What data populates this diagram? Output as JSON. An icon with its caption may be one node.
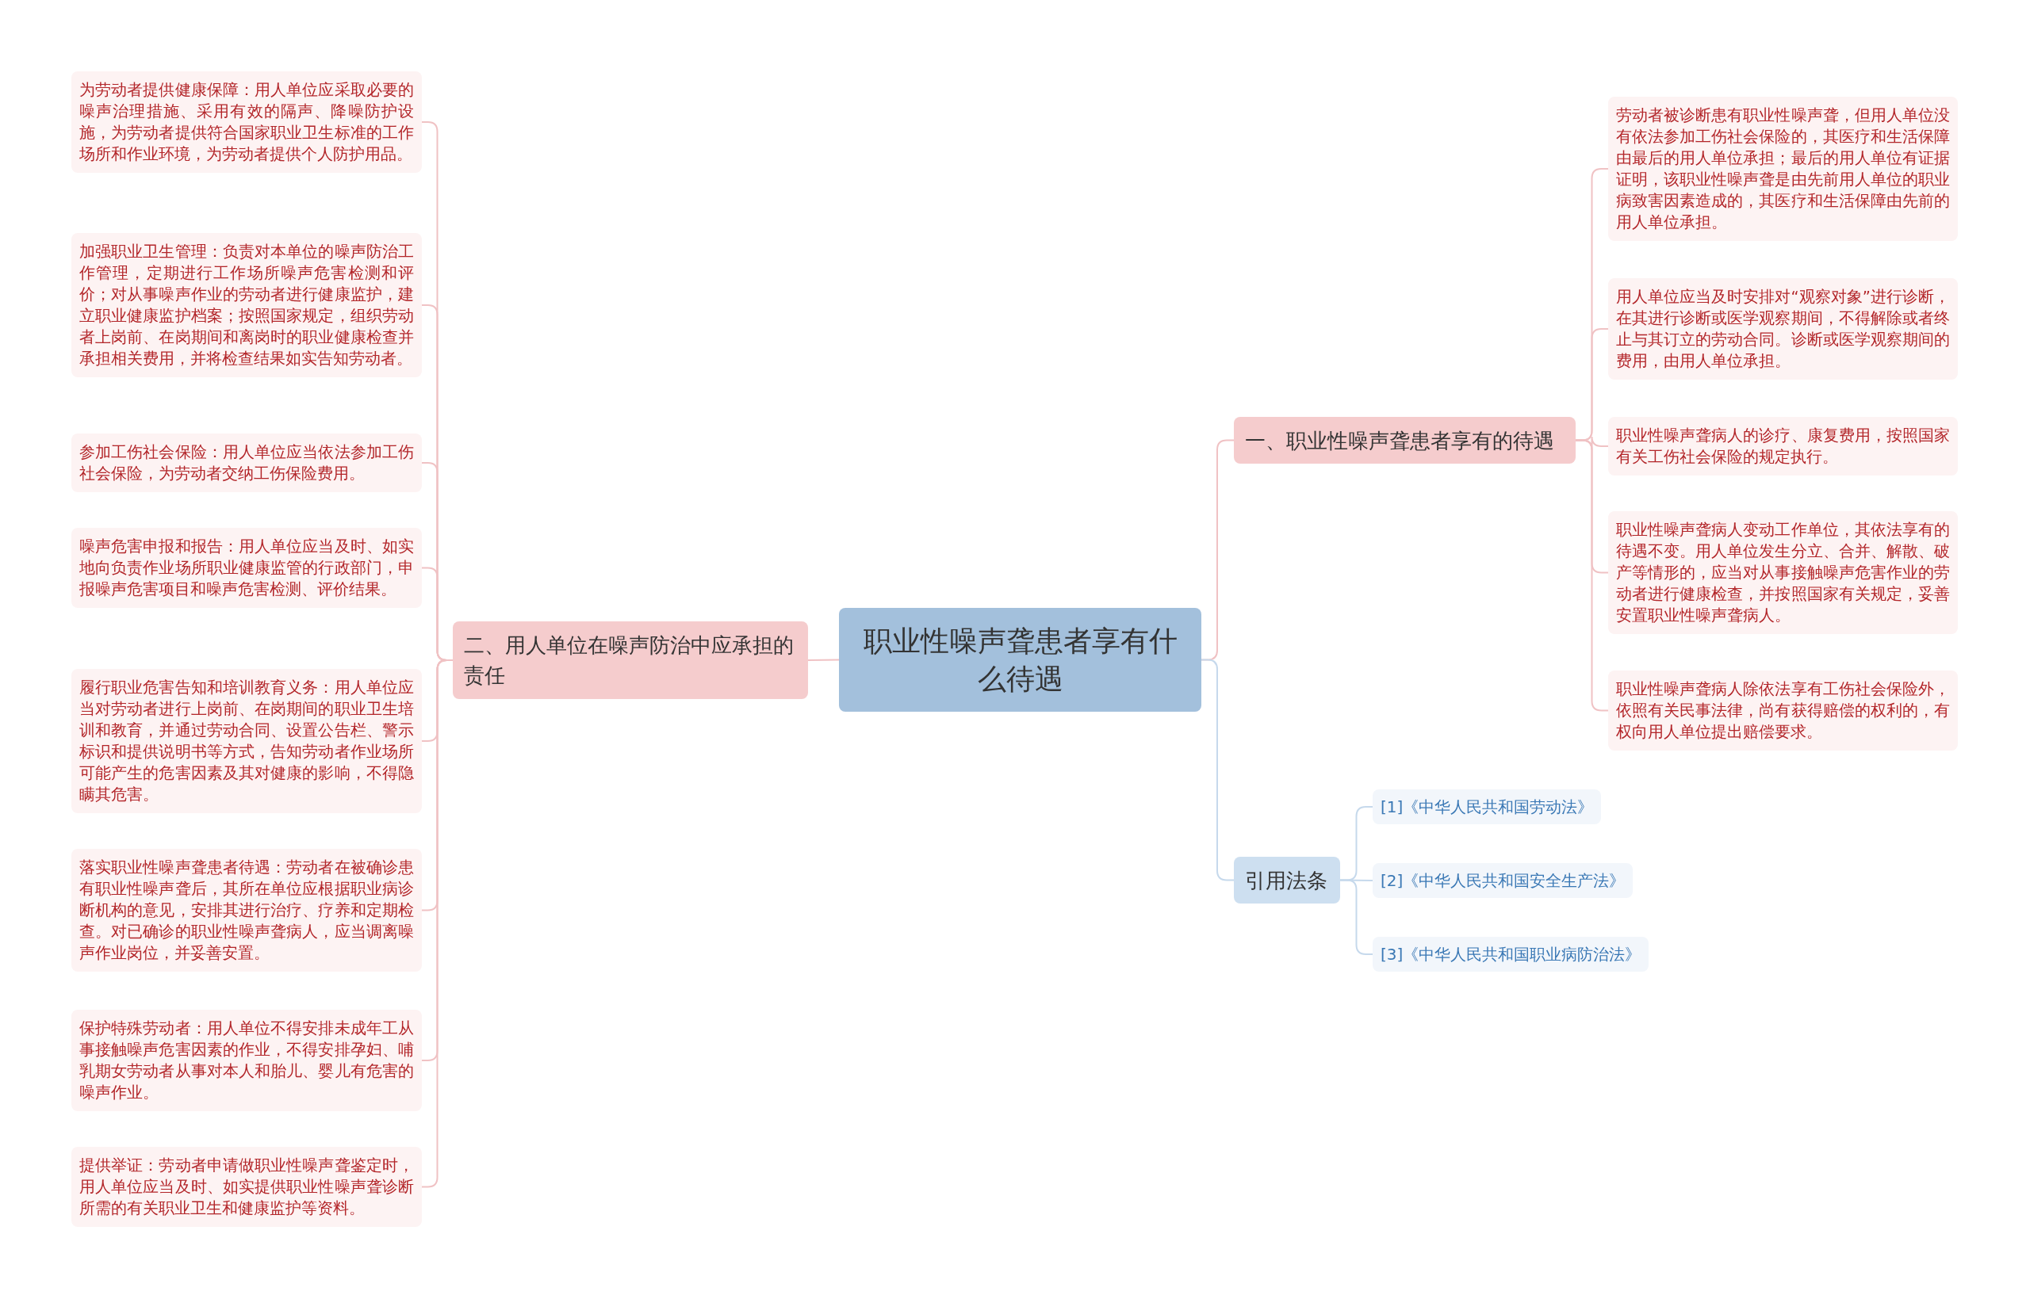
{
  "diagram": {
    "nodes": [
      {
        "text": [
          "职业性噪声聋患者享有什么待遇"
        ]
      },
      {
        "text": [
          "一、职业性噪声聋患者享有的待遇"
        ]
      },
      {
        "text": [
          "劳动者被诊断患有职业性噪声聋，但用人单位没有依法参加工伤社会保险的，其医疗和生活保障由最后的用人单位承担；最后的用人单位有证据证明，该职业性噪声聋是由先前用人单位的职业病致害因素造成的，其医疗和生活保障由先前的用人单位承担。"
        ]
      },
      {
        "text": [
          "用人单位应当及时安排对“观察对象”进行诊断，在其进行诊断或医学观察期间，不得解除或者终止与其订立的劳动合同。诊断或医学观察期间的费用，由用人单位承担。"
        ]
      },
      {
        "text": [
          "职业性噪声聋病人的诊疗、康复费用，按照国家有关工伤社会保险的规定执行。"
        ]
      },
      {
        "text": [
          "职业性噪声聋病人变动工作单位，其依法享有的待遇不变。用人单位发生分立、合并、解散、破产等情形的，应当对从事接触噪声危害作业的劳动者进行健康检查，并按照国家有关规定，妥善安置职业性噪声聋病人。"
        ]
      },
      {
        "text": [
          "职业性噪声聋病人除依法享有工伤社会保险外，依照有关民事法律，尚有获得赔偿的权利的，有权向用人单位提出赔偿要求。"
        ]
      },
      {
        "text": [
          "引用法条"
        ]
      },
      {
        "text": [
          "[1]《中华人民共和国劳动法》"
        ]
      },
      {
        "text": [
          "[2]《中华人民共和国安全生产法》"
        ]
      },
      {
        "text": [
          "[3]《中华人民共和国职业病防治法》"
        ]
      },
      {
        "text": [
          "二、用人单位在噪声防治中应承担的责任"
        ]
      },
      {
        "text": [
          "为劳动者提供健康保障：用人单位应采取必要的噪声治理措施、采用有效的隔声、降噪防护设施，为劳动者提供符合国家职业卫生标准的工作场所和作业环境，为劳动者提供个人防护用品。"
        ]
      },
      {
        "text": [
          "加强职业卫生管理：负责对本单位的噪声防治工作管理，定期进行工作场所噪声危害检测和评价；对从事噪声作业的劳动者进行健康监护，建立职业健康监护档案；按照国家规定，组织劳动者上岗前、在岗期间和离岗时的职业健康检查并承担相关费用，并将检查结果如实告知劳动者。"
        ]
      },
      {
        "text": [
          "参加工伤社会保险：用人单位应当依法参加工伤社会保险，为劳动者交纳工伤保险费用。"
        ]
      },
      {
        "text": [
          "噪声危害申报和报告：用人单位应当及时、如实地向负责作业场所职业健康监管的行政部门，申报噪声危害项目和噪声危害检测、评价结果。"
        ]
      },
      {
        "text": [
          "履行职业危害告知和培训教育义务：用人单位应当对劳动者进行上岗前、在岗期间的职业卫生培训和教育，并通过劳动合同、设置公告栏、警示标识和提供说明书等方式，告知劳动者作业场所可能产生的危害因素及其对健康的影响，不得隐瞒其危害。"
        ]
      },
      {
        "text": [
          "落实职业性噪声聋患者待遇：劳动者在被确诊患有职业性噪声聋后，其所在单位应根据职业病诊断机构的意见，安排其进行治疗、疗养和定期检查。对已确诊的职业性噪声聋病人，应当调离噪声作业岗位，并妥善安置。"
        ]
      },
      {
        "text": [
          "保护特殊劳动者：用人单位不得安排未成年工从事接触噪声危害因素的作业，不得安排孕妇、哺乳期女劳动者从事对本人和胎儿、婴儿有危害的噪声作业。"
        ]
      },
      {
        "text": [
          "提供举证：劳动者申请做职业性噪声聋鉴定时，用人单位应当及时、如实提供职业性噪声聋诊断所需的有关职业卫生和健康监护等资料。"
        ]
      }
    ],
    "edges": [
      {
        "from": 0,
        "to": 1,
        "arrow": "none"
      },
      {
        "from": 1,
        "to": 2,
        "arrow": "none"
      },
      {
        "from": 1,
        "to": 3,
        "arrow": "none"
      },
      {
        "from": 1,
        "to": 4,
        "arrow": "none"
      },
      {
        "from": 1,
        "to": 5,
        "arrow": "none"
      },
      {
        "from": 1,
        "to": 6,
        "arrow": "none"
      },
      {
        "from": 0,
        "to": 7,
        "arrow": "none",
        "color": "#c6d9ec"
      },
      {
        "from": 7,
        "to": 8,
        "arrow": "none",
        "color": "#c6d9ec"
      },
      {
        "from": 7,
        "to": 9,
        "arrow": "none",
        "color": "#c6d9ec"
      },
      {
        "from": 7,
        "to": 10,
        "arrow": "none",
        "color": "#c6d9ec"
      },
      {
        "from": 0,
        "to": 11,
        "arrow": "none"
      },
      {
        "from": 11,
        "to": 12,
        "arrow": "none"
      },
      {
        "from": 11,
        "to": 13,
        "arrow": "none"
      },
      {
        "from": 11,
        "to": 14,
        "arrow": "none"
      },
      {
        "from": 11,
        "to": 15,
        "arrow": "none"
      },
      {
        "from": 11,
        "to": 16,
        "arrow": "none"
      },
      {
        "from": 11,
        "to": 17,
        "arrow": "none"
      },
      {
        "from": 11,
        "to": 18,
        "arrow": "none"
      },
      {
        "from": 11,
        "to": 19,
        "arrow": "none"
      }
    ]
  }
}
